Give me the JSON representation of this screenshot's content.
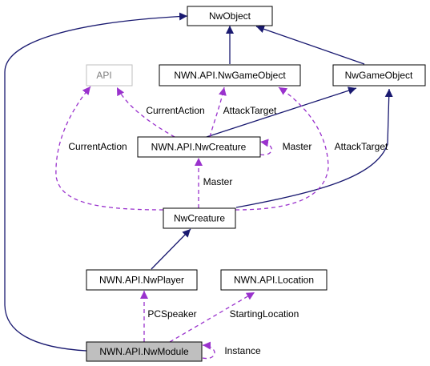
{
  "colors": {
    "inheritance": "#191970",
    "usage": "#9a32cd",
    "node_border": "#000000",
    "external_border": "#bfbfbf",
    "external_text": "#808080",
    "highlight_fill": "#bfbfbf",
    "background": "#ffffff"
  },
  "nodes": {
    "nw_object": "NwObject",
    "api": "API",
    "nwn_api_nw_game_object": "NWN.API.NwGameObject",
    "nw_game_object": "NwGameObject",
    "nwn_api_nw_creature": "NWN.API.NwCreature",
    "nw_creature": "NwCreature",
    "nwn_api_nw_player": "NWN.API.NwPlayer",
    "nwn_api_location": "NWN.API.Location",
    "nwn_api_nw_module": "NWN.API.NwModule"
  },
  "edge_labels": {
    "current_action_1": "CurrentAction",
    "attack_target_1": "AttackTarget",
    "master_self": "Master",
    "current_action_2": "CurrentAction",
    "attack_target_2": "AttackTarget",
    "master": "Master",
    "pc_speaker": "PCSpeaker",
    "starting_location": "StartingLocation",
    "instance": "Instance"
  }
}
